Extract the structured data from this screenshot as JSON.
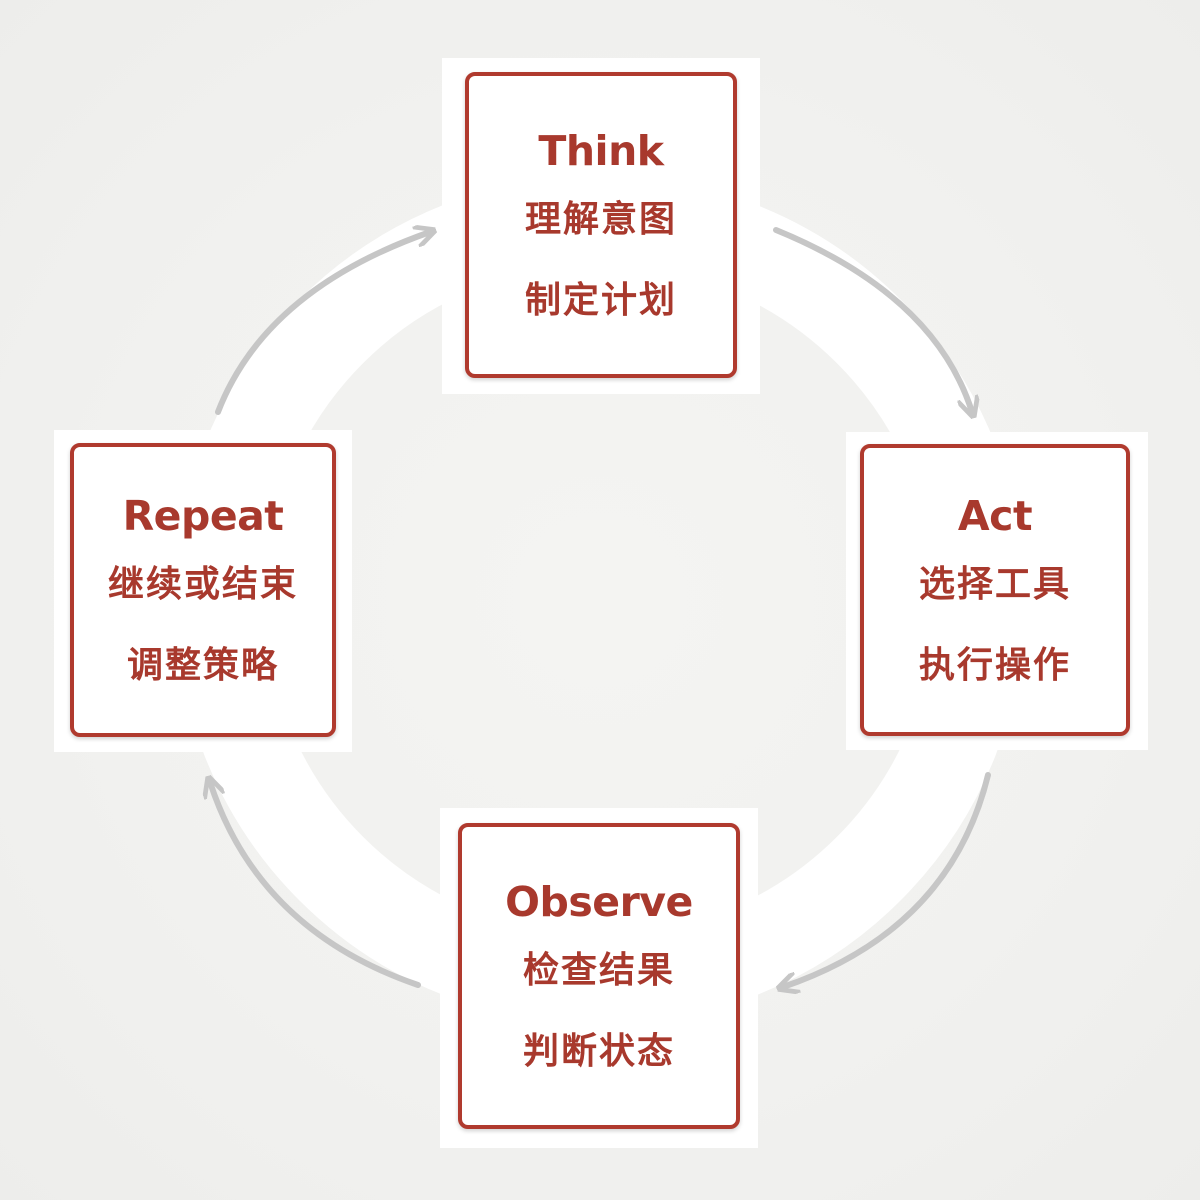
{
  "diagram": {
    "colors": {
      "accent": "#b03a2e",
      "text": "#a8392d",
      "ring": "#ffffff",
      "arrow": "#c6c6c6",
      "background": "#f1f1ef"
    },
    "nodes": [
      {
        "id": "think",
        "title": "Think",
        "lines": [
          "理解意图",
          "制定计划"
        ]
      },
      {
        "id": "act",
        "title": "Act",
        "lines": [
          "选择工具",
          "执行操作"
        ]
      },
      {
        "id": "observe",
        "title": "Observe",
        "lines": [
          "检查结果",
          "判断状态"
        ]
      },
      {
        "id": "repeat",
        "title": "Repeat",
        "lines": [
          "继续或结束",
          "调整策略"
        ]
      }
    ],
    "edges": [
      {
        "from": "think",
        "to": "act"
      },
      {
        "from": "act",
        "to": "observe"
      },
      {
        "from": "observe",
        "to": "repeat"
      },
      {
        "from": "repeat",
        "to": "think"
      }
    ]
  }
}
